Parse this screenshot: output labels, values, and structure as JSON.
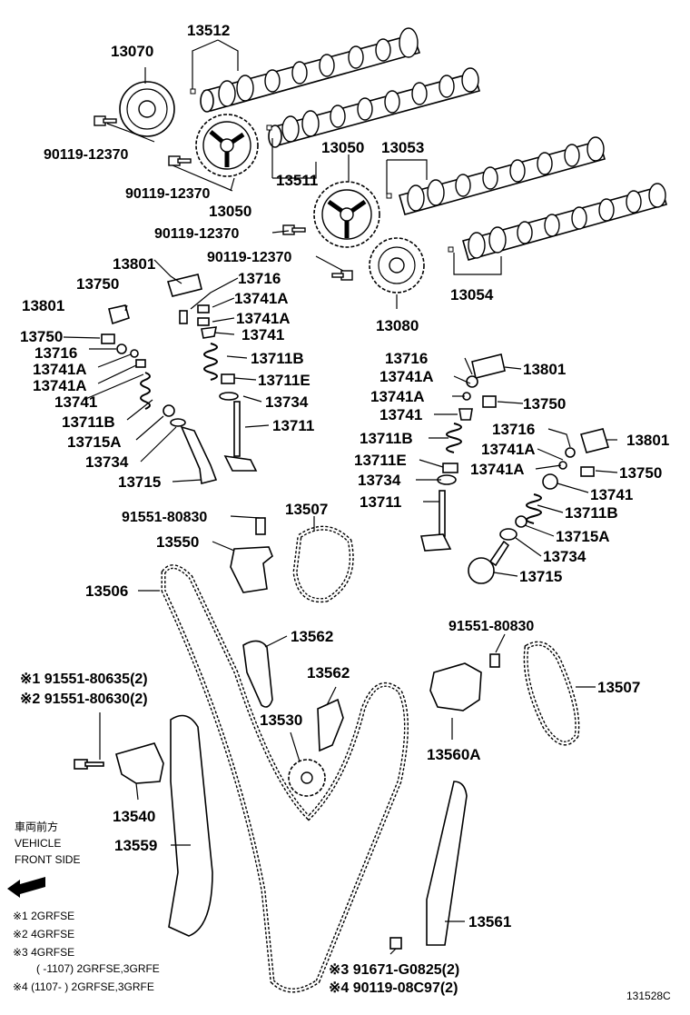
{
  "figure_id": "131528C",
  "direction_label": {
    "jp": "車両前方",
    "line1": "VEHICLE",
    "line2": "FRONT SIDE"
  },
  "notes": {
    "n1": "※1 2GRFSE",
    "n2": "※2 4GRFSE",
    "n3": "※3 4GRFSE",
    "n3b": "(    -1107) 2GRFSE,3GRFE",
    "n4": "※4 (1107-     ) 2GRFSE,3GRFE"
  },
  "labels": {
    "p13512": "13512",
    "p13070": "13070",
    "p90119a": "90119-12370",
    "p90119b": "90119-12370",
    "p13050a": "13050",
    "p13511": "13511",
    "p13050b": "13050",
    "p13053": "13053",
    "p90119c": "90119-12370",
    "p90119d": "90119-12370",
    "p13054": "13054",
    "p13080": "13080",
    "l13801": "13801",
    "l13750": "13750",
    "l13716": "13716",
    "l13741A_1": "13741A",
    "l13741A_2": "13741A",
    "l13741": "13741",
    "l13711B": "13711B",
    "l13715A": "13715A",
    "l13734": "13734",
    "l13715": "13715",
    "c13801": "13801",
    "c13716": "13716",
    "c13741A_1": "13741A",
    "c13741A_2": "13741A",
    "c13741": "13741",
    "c13711B": "13711B",
    "c13711E": "13711E",
    "c13734": "13734",
    "c13711": "13711",
    "r13716a": "13716",
    "r13801a": "13801",
    "r13741A_1": "13741A",
    "r13750a": "13750",
    "r13741A_2": "13741A",
    "r13741a": "13741",
    "r13711B": "13711B",
    "r13711E": "13711E",
    "r13734a": "13734",
    "r13711": "13711",
    "r13716b": "13716",
    "r13801b": "13801",
    "r13741A_3": "13741A",
    "r13741A_4": "13741A",
    "r13750b": "13750",
    "r13741b": "13741",
    "r13711B_b": "13711B",
    "r13715A": "13715A",
    "r13734b": "13734",
    "r13715": "13715",
    "p91551_80830a": "91551-80830",
    "p13507a": "13507",
    "p13550": "13550",
    "p13506": "13506",
    "p13562a": "13562",
    "p91551_80830b": "91551-80830",
    "p13507b": "13507",
    "p91551_80635": "※1 91551-80635(2)",
    "p91551_80630": "※2 91551-80630(2)",
    "p13562b": "13562",
    "p13530": "13530",
    "p13560A": "13560A",
    "p13540": "13540",
    "p13559": "13559",
    "p13561": "13561",
    "p91671": "※3 91671-G0825(2)",
    "p90119e": "※4 90119-08C97(2)"
  }
}
